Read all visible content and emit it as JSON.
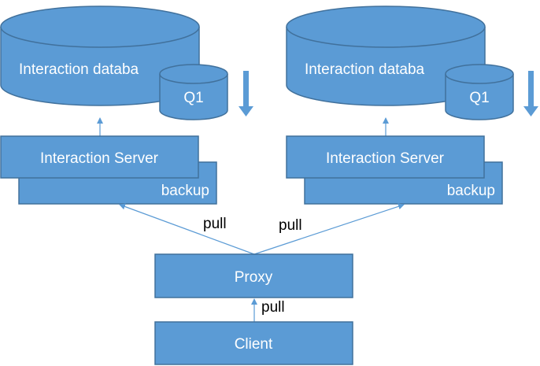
{
  "colors": {
    "fill": "#5B9BD5",
    "stroke": "#41719C",
    "node_text": "#FFFFFF",
    "edge_text": "#000000",
    "edge": "#5B9BD5"
  },
  "clusters": [
    {
      "database_label": "Interaction databa",
      "queue_label": "Q1",
      "server_label": "Interaction Server",
      "backup_label": "backup"
    },
    {
      "database_label": "Interaction databa",
      "queue_label": "Q1",
      "server_label": "Interaction Server",
      "backup_label": "backup"
    }
  ],
  "proxy": {
    "label": "Proxy"
  },
  "client": {
    "label": "Client"
  },
  "edges": {
    "proxy_to_left_label": "pull",
    "proxy_to_right_label": "pull",
    "client_to_proxy_label": "pull"
  }
}
